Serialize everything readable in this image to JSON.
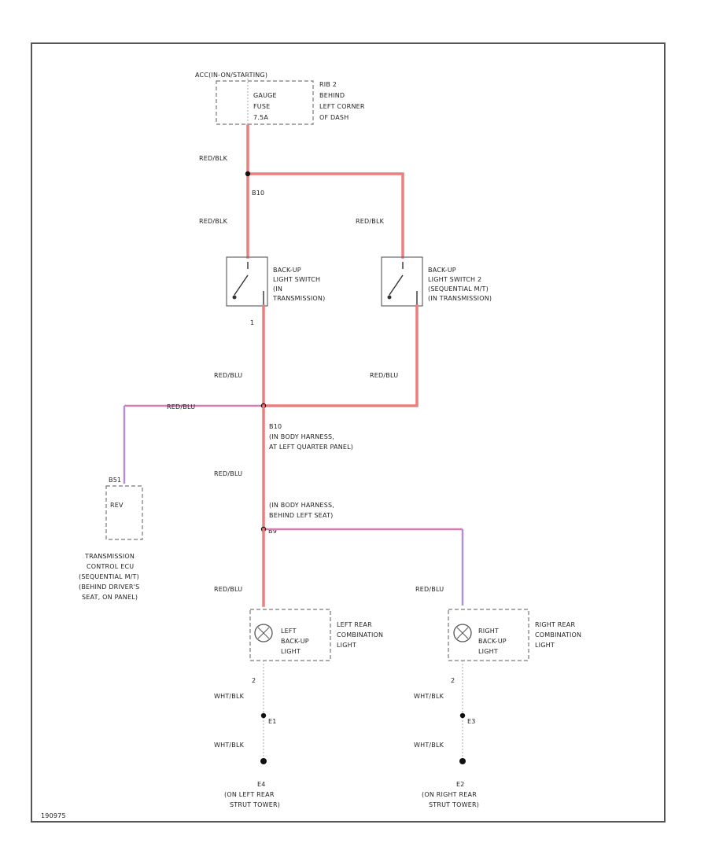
{
  "fuse_block": {
    "header": "ACC(IN-ON/STARTING)",
    "fuse_lines": [
      "GAUGE",
      "FUSE",
      "7.5A"
    ],
    "location_lines": [
      "RIB 2",
      "BEHIND",
      "LEFT CORNER",
      "OF DASH"
    ]
  },
  "wires": {
    "w_top": "RED/BLK",
    "w_mid_left": "RED/BLK",
    "w_mid_right": "RED/BLK",
    "w_low_left": "RED/BLU",
    "w_low_right": "RED/BLU",
    "w_tcu": "RED/BLU",
    "w_mid": "RED/BLU",
    "w_lamp_left": "RED/BLU",
    "w_lamp_right": "RED/BLU",
    "w_gnd_left_1": "WHT/BLK",
    "w_gnd_left_2": "WHT/BLK",
    "w_gnd_right_1": "WHT/BLK",
    "w_gnd_right_2": "WHT/BLK"
  },
  "splices": {
    "s_top": "B10",
    "s_mid": "B10",
    "s_mid_lines": [
      "(IN BODY HARNESS,",
      "AT LEFT QUARTER PANEL)"
    ],
    "s_low_lines": [
      "(IN BODY HARNESS,",
      "BEHIND LEFT SEAT)"
    ],
    "s_low": "B9",
    "s_gnd_left": "E1",
    "s_gnd_right": "E3"
  },
  "switch_left": {
    "lines": [
      "BACK-UP",
      "LIGHT SWITCH",
      "(IN",
      "TRANSMISSION)"
    ],
    "pin": "1"
  },
  "switch_right": {
    "lines": [
      "BACK-UP",
      "LIGHT SWITCH 2",
      "(SEQUENTIAL M/T)",
      "(IN TRANSMISSION)"
    ]
  },
  "tcu": {
    "pin_top": "B51",
    "label": "REV",
    "lines": [
      "TRANSMISSION",
      "CONTROL ECU",
      "(SEQUENTIAL M/T)",
      "(BEHIND DRIVER'S",
      "SEAT, ON PANEL)"
    ]
  },
  "lamp_left": {
    "inner": [
      "LEFT",
      "BACK-UP",
      "LIGHT"
    ],
    "outer": [
      "LEFT REAR",
      "COMBINATION",
      "LIGHT"
    ],
    "pin_bottom": "2"
  },
  "lamp_right": {
    "inner": [
      "RIGHT",
      "BACK-UP",
      "LIGHT"
    ],
    "outer": [
      "RIGHT REAR",
      "COMBINATION",
      "LIGHT"
    ],
    "pin_bottom": "2"
  },
  "ground_left": {
    "id": "E4",
    "lines": [
      "(ON LEFT REAR",
      "STRUT TOWER)"
    ]
  },
  "ground_right": {
    "id": "E2",
    "lines": [
      "(ON RIGHT REAR",
      "STRUT TOWER)"
    ]
  },
  "footer": "190975"
}
